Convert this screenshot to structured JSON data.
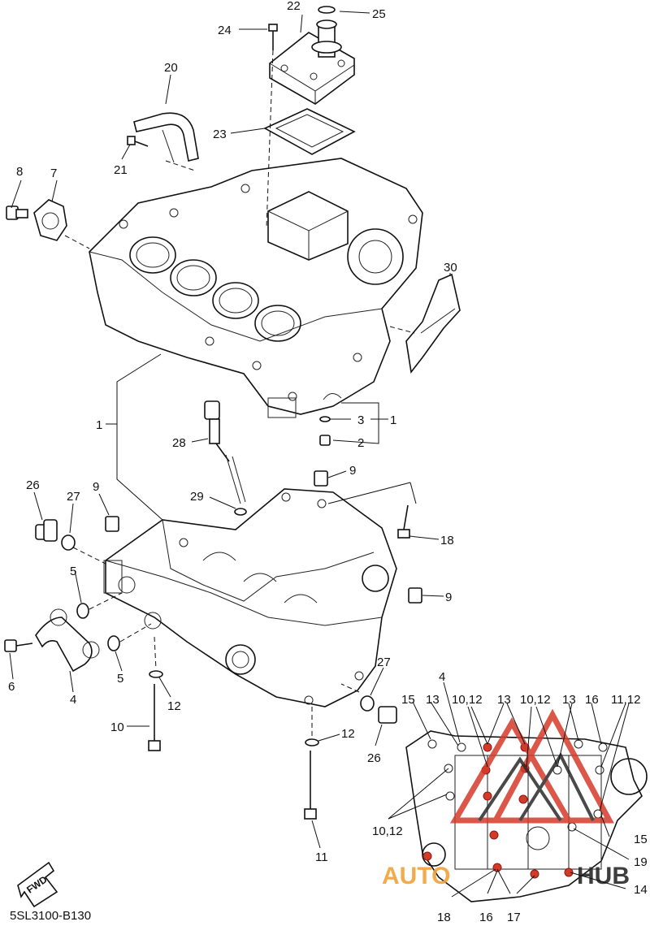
{
  "diagram": {
    "drawing_code": "5SL3100-B130",
    "fwd_label": "FWD",
    "callouts": [
      {
        "id": "c22",
        "label": "22"
      },
      {
        "id": "c25",
        "label": "25"
      },
      {
        "id": "c24",
        "label": "24"
      },
      {
        "id": "c20",
        "label": "20"
      },
      {
        "id": "c23",
        "label": "23"
      },
      {
        "id": "c21",
        "label": "21"
      },
      {
        "id": "c8",
        "label": "8"
      },
      {
        "id": "c7",
        "label": "7"
      },
      {
        "id": "c30",
        "label": "30"
      },
      {
        "id": "c1a",
        "label": "1"
      },
      {
        "id": "c3",
        "label": "3"
      },
      {
        "id": "c1b",
        "label": "1"
      },
      {
        "id": "c2",
        "label": "2"
      },
      {
        "id": "c28",
        "label": "28"
      },
      {
        "id": "c9a",
        "label": "9"
      },
      {
        "id": "c26a",
        "label": "26"
      },
      {
        "id": "c27a",
        "label": "27"
      },
      {
        "id": "c9b",
        "label": "9"
      },
      {
        "id": "c29",
        "label": "29"
      },
      {
        "id": "c18a",
        "label": "18"
      },
      {
        "id": "c5a",
        "label": "5"
      },
      {
        "id": "c9c",
        "label": "9"
      },
      {
        "id": "c6",
        "label": "6"
      },
      {
        "id": "c4a",
        "label": "4"
      },
      {
        "id": "c5b",
        "label": "5"
      },
      {
        "id": "c12a",
        "label": "12"
      },
      {
        "id": "c27b",
        "label": "27"
      },
      {
        "id": "c10a",
        "label": "10"
      },
      {
        "id": "c12b",
        "label": "12"
      },
      {
        "id": "c26b",
        "label": "26"
      },
      {
        "id": "c11a",
        "label": "11"
      },
      {
        "id": "c4b",
        "label": "4"
      },
      {
        "id": "c15a",
        "label": "15"
      },
      {
        "id": "c13a",
        "label": "13"
      },
      {
        "id": "c1012a",
        "label": "10,12"
      },
      {
        "id": "c13b",
        "label": "13"
      },
      {
        "id": "c1012b",
        "label": "10,12"
      },
      {
        "id": "c13c",
        "label": "13"
      },
      {
        "id": "c16a",
        "label": "16"
      },
      {
        "id": "c1112",
        "label": "11,12"
      },
      {
        "id": "c1012c",
        "label": "10,12"
      },
      {
        "id": "c15b",
        "label": "15"
      },
      {
        "id": "c19",
        "label": "19"
      },
      {
        "id": "c14",
        "label": "14"
      },
      {
        "id": "c18b",
        "label": "18"
      },
      {
        "id": "c16b",
        "label": "16"
      },
      {
        "id": "c17",
        "label": "17"
      }
    ]
  },
  "watermark": {
    "brand_left": "AUTO",
    "brand_right": "HUB",
    "colors": {
      "red": "#d43a2a",
      "orange": "#f0a23a",
      "dark": "#2a2a2a"
    }
  }
}
